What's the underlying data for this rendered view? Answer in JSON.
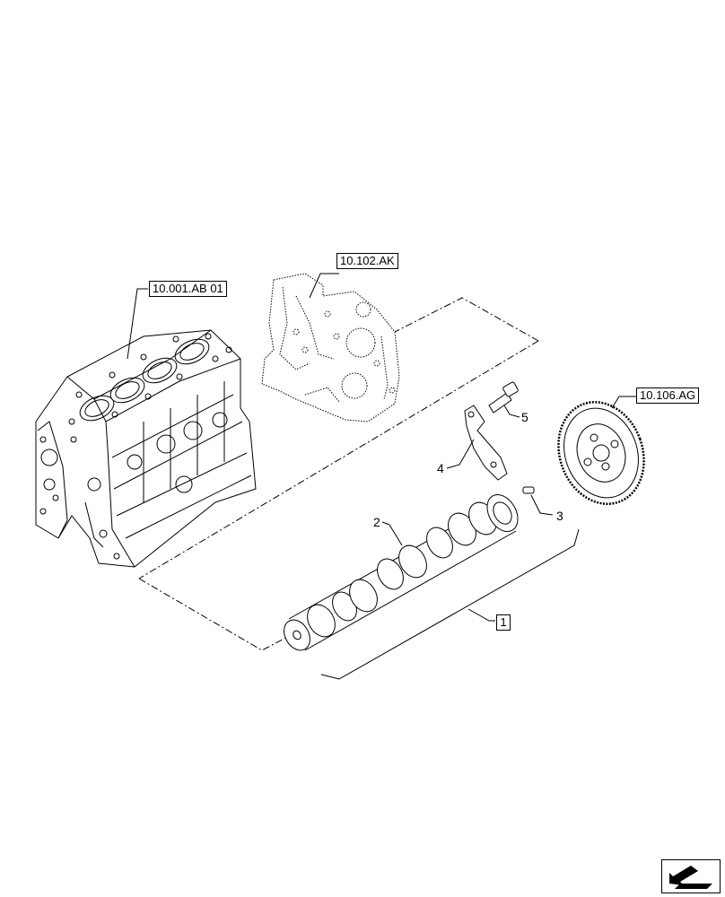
{
  "references": {
    "engine_block": "10.001.AB 01",
    "gear_housing": "10.102.AK",
    "cam_gear": "10.106.AG"
  },
  "callouts": {
    "item1": "1",
    "item2": "2",
    "item3": "3",
    "item4": "4",
    "item5": "5"
  },
  "icons": {
    "navigation": "next-page-arrow-icon"
  },
  "colors": {
    "line": "#000000",
    "background": "#ffffff"
  }
}
